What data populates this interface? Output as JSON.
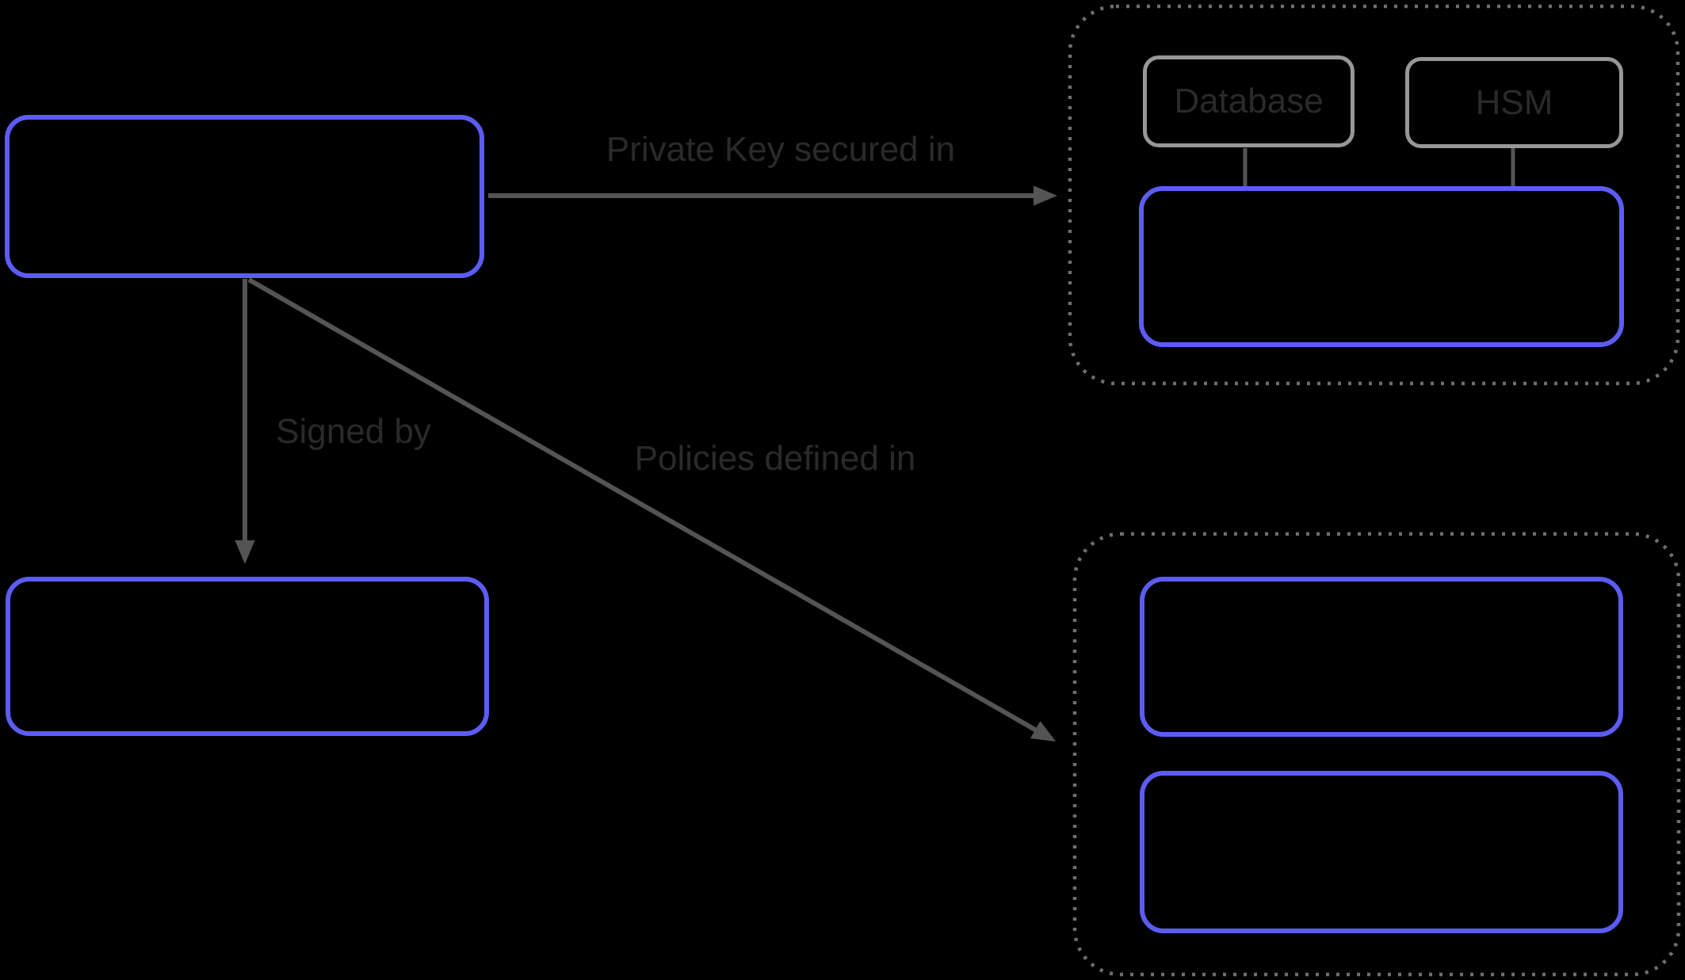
{
  "background": "#000000",
  "colors": {
    "bg": "#000000",
    "accent": "#5c5cf5",
    "box_gray": "#979797",
    "arrow": "#545454",
    "ink": "#2a2a2a",
    "dotted": "#6e6e6e"
  },
  "nodes": {
    "database": {
      "label": "Database"
    },
    "hsm": {
      "label": "HSM"
    }
  },
  "edges": {
    "private_key": {
      "label": "Private Key secured in"
    },
    "signed_by": {
      "label": "Signed by"
    },
    "policies": {
      "label": "Policies defined in"
    }
  }
}
